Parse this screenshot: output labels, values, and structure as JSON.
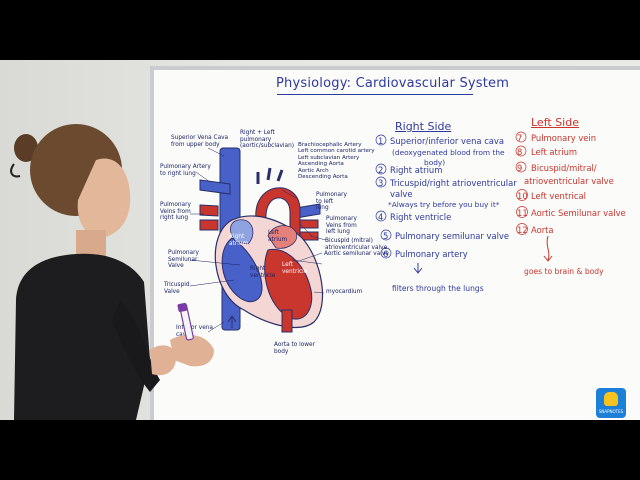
{
  "title": "Physiology: Cardiovascular System",
  "right_side": {
    "heading": "Right Side",
    "items": [
      "Superior/inferior vena cava",
      "(deoxygenated blood from the",
      "body)",
      "Right atrium",
      "Tricuspid/right atrioventricular",
      "valve",
      "*Always try before you buy it*",
      "Right ventricle",
      "Pulmonary semilunar valve",
      "Pulmonary artery",
      "filters through the lungs"
    ],
    "numbers": [
      "1",
      "2",
      "3",
      "4",
      "5",
      "6"
    ]
  },
  "left_side": {
    "heading": "Left Side",
    "items": [
      "Pulmonary vein",
      "Left atrium",
      "Bicuspid/mitral/",
      "atrioventricular valve",
      "Left ventrical",
      "Aortic Semilunar valve",
      "Aorta",
      "goes to brain & body"
    ],
    "numbers": [
      "7",
      "8",
      "9",
      "10",
      "11",
      "12"
    ]
  },
  "diagram_labels": {
    "svc": "Superior Vena Cava",
    "svc2": "from upper body",
    "pa_right": "Pulmonary Artery",
    "pa_right2": "to right lung",
    "pv_right": "Pulmonary",
    "pv_right2": "Veins from",
    "pv_right3": "right lung",
    "ps_valve": "Pulmonary",
    "ps_valve2": "Semilunar",
    "ps_valve3": "Valve",
    "tricuspid": "Tricuspid",
    "tricuspid2": "Valve",
    "ivc": "Inferior vena",
    "ivc2": "cava",
    "right_left": "Right + Left",
    "right_left2": "pulmonary",
    "right_left3": "(aortic/subclavian)",
    "branches": [
      "Brachiocephalic Artery",
      "Left common carotid artery",
      "Left subclavian Artery",
      "Ascending Aorta",
      "Aortic Arch",
      "Descending Aorta"
    ],
    "pa_left": "Pulmonary",
    "pa_left2": "to left",
    "pa_left3": "lung",
    "pv_left": "Pulmonary",
    "pv_left2": "Veins from",
    "pv_left3": "left lung",
    "bicuspid": "Bicuspid (mitral)",
    "bicuspid2": "atrioventricular valve",
    "aortic_sv": "Aortic semilunar valve",
    "myocardium": "myocardium",
    "aorta_lower": "Aorta to lower",
    "aorta_lower2": "body",
    "right_atrium": "Right",
    "right_atrium2": "atrium",
    "right_ventricle": "Right",
    "right_ventricle2": "ventricle",
    "left_atrium": "Left",
    "left_atrium2": "atrium",
    "left_ventricle": "Left",
    "left_ventricle2": "ventricle"
  },
  "logo": {
    "text": "SNAPNOTES"
  },
  "colors": {
    "blue_marker": "#2f3a9e",
    "red_marker": "#c8362e",
    "logo_bg": "#1c7fd8"
  }
}
